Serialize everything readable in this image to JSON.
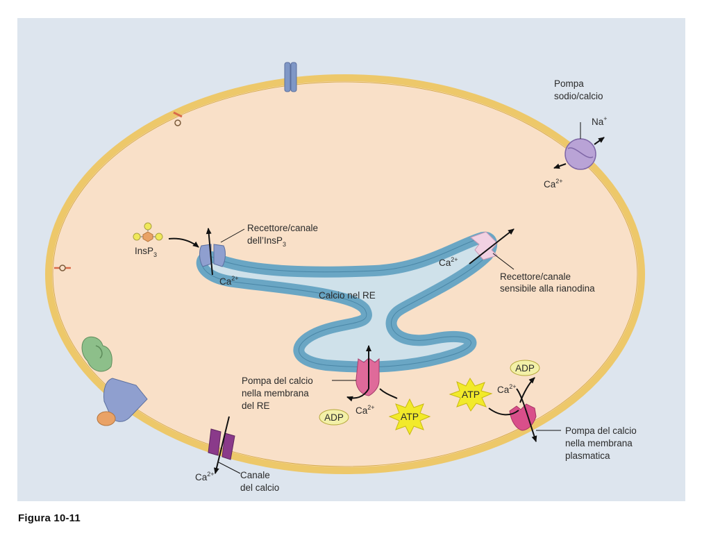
{
  "caption": "Figura 10-11",
  "labels": {
    "pump_na_ca_line1": "Pompa",
    "pump_na_ca_line2": "sodio/calcio",
    "na_ion": "Na",
    "na_charge": "+",
    "ca_ion": "Ca",
    "ca_charge": "2+",
    "insp3_base": "InsP",
    "insp3_sub": "3",
    "insp3_receptor_line1": "Recettore/canale",
    "insp3_receptor_line2_base": "dell’InsP",
    "insp3_receptor_line2_sub": "3",
    "ryanodine_line1": "Recettore/canale",
    "ryanodine_line2": "sensibile alla rianodina",
    "er_calcium": "Calcio nel RE",
    "er_pump_line1": "Pompa del calcio",
    "er_pump_line2": "nella membrana",
    "er_pump_line3": "del RE",
    "adp": "ADP",
    "atp": "ATP",
    "pm_pump_line1": "Pompa del calcio",
    "pm_pump_line2": "nella membrana",
    "pm_pump_line3": "plasmatica",
    "ca_channel_line1": "Canale",
    "ca_channel_line2": "del calcio"
  },
  "colors": {
    "background_panel": "#dde5ee",
    "cytosol": "#f9e0c8",
    "plasma_membrane": "#edc86a",
    "er_membrane": "#6aa6c4",
    "er_lumen": "#cfe1ea",
    "na_ca_pump": "#b9a3d6",
    "insp3_receptor": "#8f9fcf",
    "ryanodine_receptor": "#f1d1e2",
    "er_pump": "#df6a9a",
    "pm_pump": "#d94f8a",
    "ca_channel": "#8a3a8a",
    "atp_star": "#f2ea2a",
    "adp_ellipse": "#f3f0a8"
  }
}
